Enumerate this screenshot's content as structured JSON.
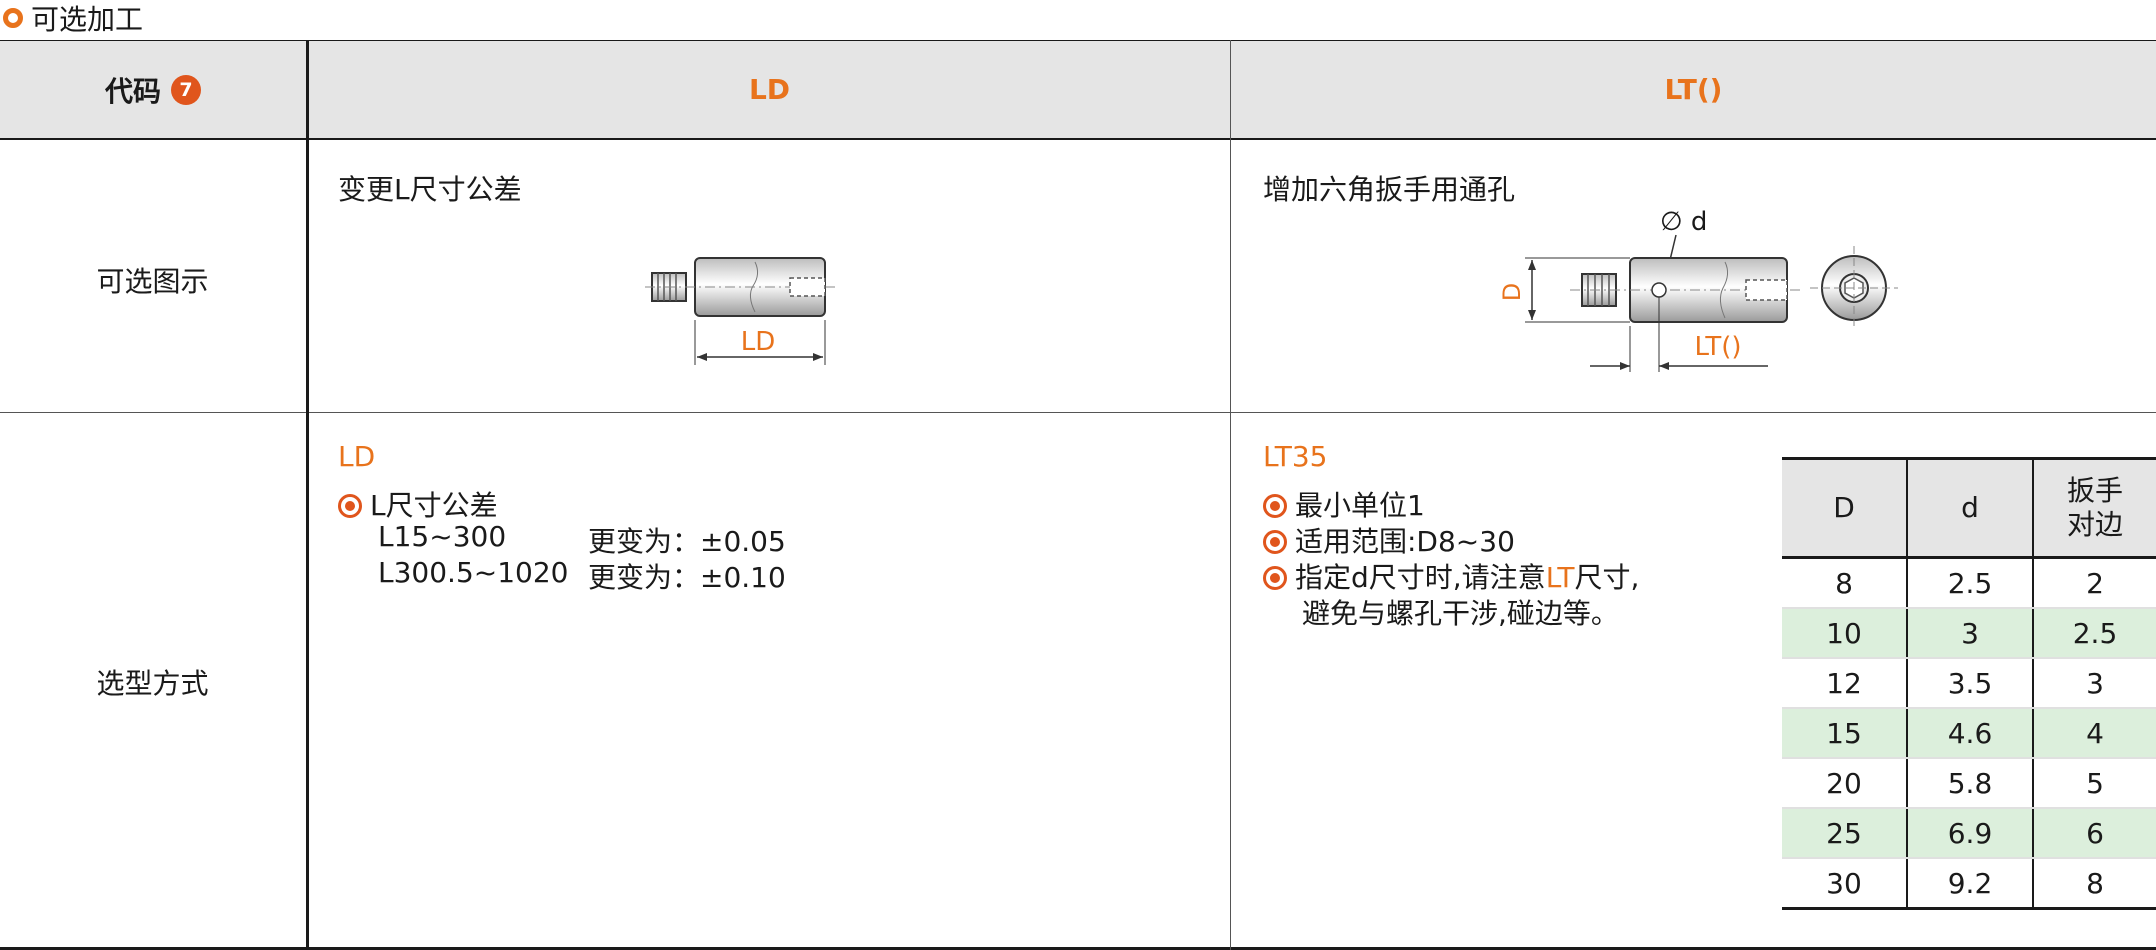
{
  "section": {
    "title": "可选加工",
    "icon": "ring-icon"
  },
  "header": {
    "code_label": "代码",
    "code_badge": "7",
    "col_ld": "LD",
    "col_lt": "LT()"
  },
  "rows": {
    "figure_label": "可选图示",
    "method_label": "选型方式"
  },
  "ld": {
    "figure_title": "变更L尺寸公差",
    "dim_label": "LD",
    "code": "LD",
    "bullet": "L尺寸公差",
    "lines": [
      {
        "range": "L15~300",
        "change": "更变为：±0.05"
      },
      {
        "range": "L300.5~1020",
        "change": "更变为：±0.10"
      }
    ]
  },
  "lt": {
    "figure_title": "增加六角扳手用通孔",
    "dim_d_small": "∅ d",
    "dim_D": "D",
    "dim_lt": "LT()",
    "code": "LT35",
    "bullets": [
      {
        "text": "最小单位1"
      },
      {
        "text": "适用范围:D8~30"
      },
      {
        "pre": "指定d尺寸时,请注意",
        "highlight": "LT",
        "post": "尺寸,"
      }
    ],
    "continuation": "避免与螺孔干涉,碰边等。",
    "table": {
      "headers": [
        "D",
        "d",
        "扳手\n对边"
      ],
      "header_wrench_1": "扳手",
      "header_wrench_2": "对边",
      "rows": [
        [
          "8",
          "2.5",
          "2"
        ],
        [
          "10",
          "3",
          "2.5"
        ],
        [
          "12",
          "3.5",
          "3"
        ],
        [
          "15",
          "4.6",
          "4"
        ],
        [
          "20",
          "5.8",
          "5"
        ],
        [
          "25",
          "6.9",
          "6"
        ],
        [
          "30",
          "9.2",
          "8"
        ]
      ]
    }
  },
  "colors": {
    "accent": "#e8731c",
    "badge": "#e0551c",
    "header_bg": "#e5e5e5",
    "alt_row": "#dcefdc"
  }
}
